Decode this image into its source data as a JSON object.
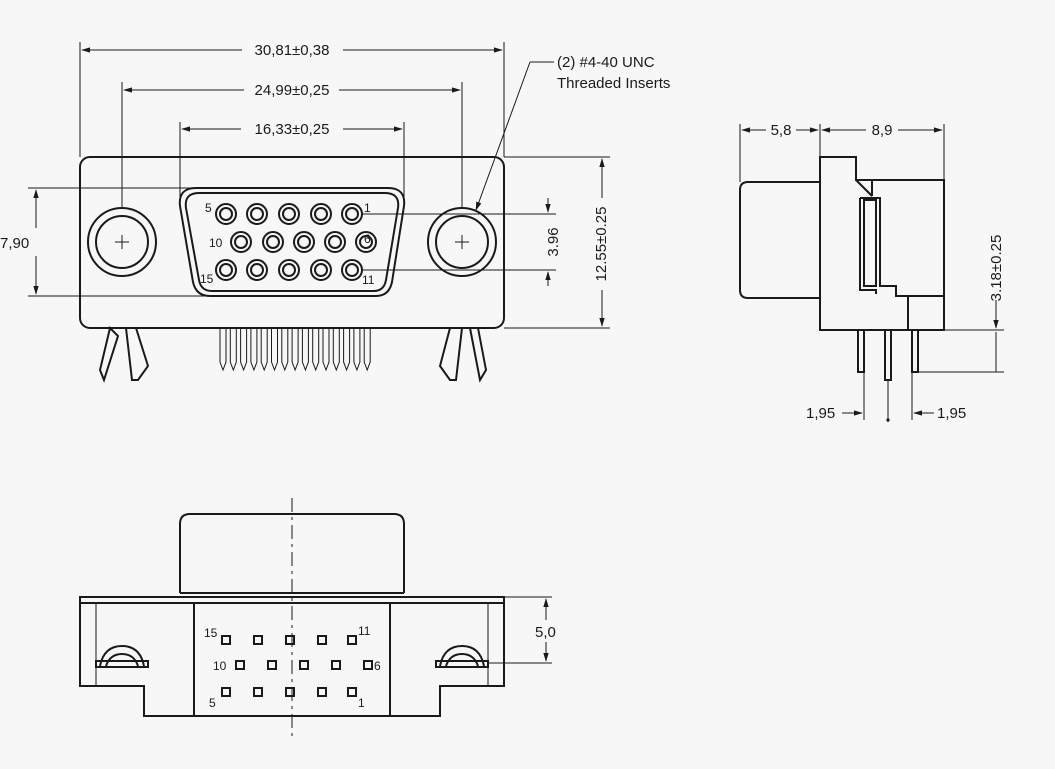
{
  "front_view": {
    "dim_overall": "30,81±0,38",
    "dim_mount": "24,99±0,25",
    "dim_shell": "16,33±0,25",
    "dim_height_left": "7,90",
    "dim_pitch": "3.96",
    "dim_height_right": "12.55±0.25",
    "callout_line1": "(2) #4-40 UNC",
    "callout_line2": "Threaded Inserts",
    "pin_labels": {
      "p5": "5",
      "p1": "1",
      "p10": "10",
      "p6": "6",
      "p15": "15",
      "p11": "11"
    }
  },
  "side_view": {
    "dim_front": "5,8",
    "dim_body": "8,9",
    "dim_height": "3.18±0.25",
    "dim_left_pin": "1,95",
    "dim_right_pin": "1,95"
  },
  "bottom_view": {
    "dim_hole": "5,0",
    "pin_labels": {
      "p15": "15",
      "p11": "11",
      "p10": "10",
      "p6": "6",
      "p5": "5",
      "p1": "1"
    }
  }
}
